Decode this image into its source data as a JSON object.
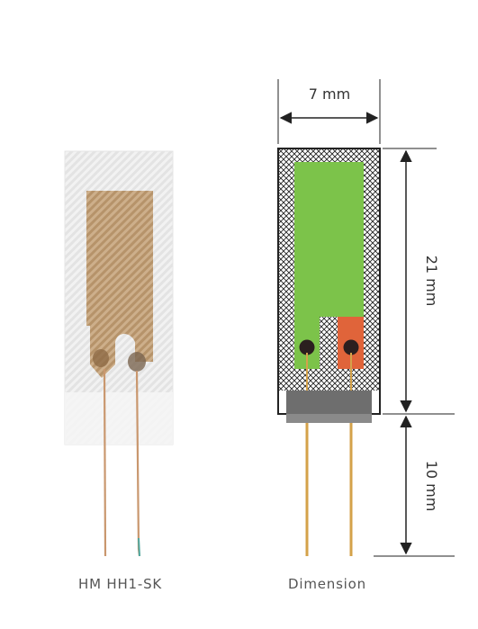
{
  "product": {
    "caption": "HM HH1-SK"
  },
  "drawing": {
    "caption": "Dimension",
    "width_label": "7 mm",
    "length_label": "21 mm",
    "lead_label": "10 mm"
  },
  "colors": {
    "grid_green": "#7cc34a",
    "pad_orange": "#e0643a",
    "copper_foil": "#b8946a",
    "lead_wire": "#d4a24a",
    "terminal_dark": "#6e6e6e",
    "dimension_line": "#222222"
  }
}
